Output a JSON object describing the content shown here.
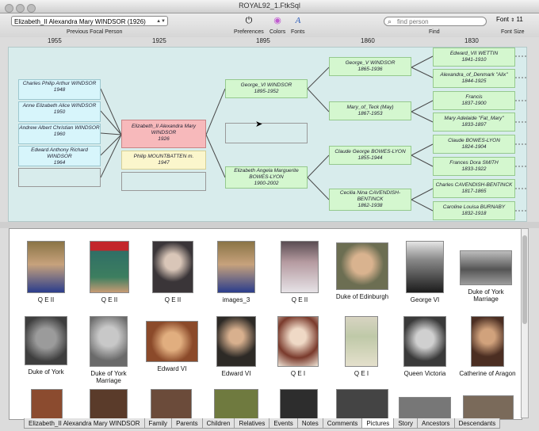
{
  "window": {
    "title": "ROYAL92_1.FtkSql"
  },
  "toolbar": {
    "focal_person": "Elizabeth_II Alexandra Mary WINDSOR (1926)",
    "focal_caption": "Previous Focal Person",
    "preferences_label": "Preferences",
    "colors_label": "Colors",
    "fonts_label": "Fonts",
    "search_placeholder": "find person",
    "find_label": "Find",
    "font_label": "Font",
    "font_size": "11",
    "font_size_label": "Font Size"
  },
  "generations": [
    "1955",
    "1925",
    "1895",
    "1860",
    "1830"
  ],
  "tree": {
    "children": [
      {
        "name": "Charles Philip Arthur WINDSOR",
        "year": "1948"
      },
      {
        "name": "Anne Elizabeth Alice WINDSOR",
        "year": "1950"
      },
      {
        "name": "Andrew Albert Christian WINDSOR",
        "year": "1960"
      },
      {
        "name": "Edward Anthony Richard WINDSOR",
        "year": "1964"
      }
    ],
    "focal": {
      "name": "Elizabeth_II Alexandra Mary WINDSOR",
      "year": "1926"
    },
    "spouse": {
      "name": "Philip MOUNTBATTEN m.",
      "year": "1947"
    },
    "parents": [
      {
        "name": "George_VI WINDSOR",
        "year": "1895-1952"
      },
      {
        "name": "Elizabeth Angela Marguerite BOWES-LYON",
        "year": "1900-2002"
      }
    ],
    "grandparents": [
      {
        "name": "George_V WINDSOR",
        "year": "1865-1936"
      },
      {
        "name": "Mary_of_Teck (May)",
        "year": "1867-1953"
      },
      {
        "name": "Claude George BOWES-LYON",
        "year": "1855-1944"
      },
      {
        "name": "Cecilia Nina CAVENDISH-BENTINCK",
        "year": "1862-1938"
      }
    ],
    "great_grandparents": [
      {
        "name": "Edward_VII WETTIN",
        "year": "1841-1910"
      },
      {
        "name": "Alexandra_of_Denmark \"Alix\"",
        "year": "1844-1925"
      },
      {
        "name": "Francis",
        "year": "1837-1900"
      },
      {
        "name": "Mary Adelaide \"Fat_Mary\"",
        "year": "1833-1897"
      },
      {
        "name": "Claude BOWES-LYON",
        "year": "1824-1904"
      },
      {
        "name": "Frances Dora SMITH",
        "year": "1833-1922"
      },
      {
        "name": "Charles CAVENDISH-BENTINCK",
        "year": "1817-1865"
      },
      {
        "name": "Caroline Louisa BURNABY",
        "year": "1832-1918"
      }
    ]
  },
  "gallery": {
    "row1": [
      "Q E II",
      "Q E II",
      "Q E II",
      "images_3",
      "Q E II",
      "Duke of Edinburgh",
      "George VI",
      "Duke of York Marriage"
    ],
    "row2": [
      "Duke of York",
      "Duke of York Marriage",
      "Edward VI",
      "Edward VI",
      "Q E I",
      "Q E I",
      "Queen Victoria",
      "Catherine of Aragon"
    ]
  },
  "tabs": [
    "Elizabeth_II Alexandra Mary WINDSOR",
    "Family",
    "Parents",
    "Children",
    "Relatives",
    "Events",
    "Notes",
    "Comments",
    "Pictures",
    "Story",
    "Ancestors",
    "Descendants"
  ],
  "active_tab": "Pictures",
  "colors": {
    "tree_bg": "#d8ecec",
    "child_box": "#d7f5fb",
    "ancestor_box": "#d4f7cf",
    "focal_box": "#f7b9bb",
    "spouse_box": "#fbf6cc"
  }
}
